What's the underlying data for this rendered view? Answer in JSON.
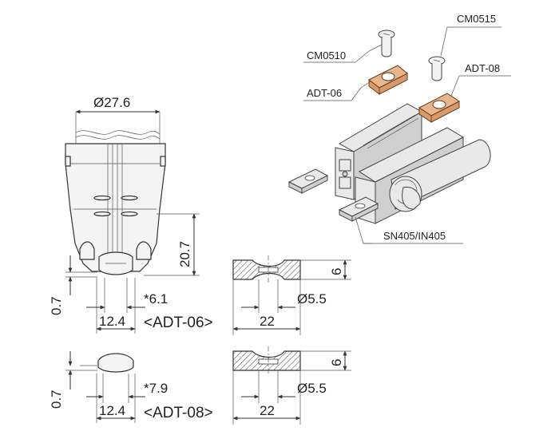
{
  "dimensions": {
    "diameter_top": "Ø27.6",
    "height_20_7": "20.7",
    "offset_0_7_a": "0.7",
    "width_6_1": "*6.1",
    "width_12_4_a": "12.4",
    "width_22_a": "22",
    "depth_6_a": "6",
    "hole_5_5_a": "Ø5.5",
    "offset_0_7_b": "0.7",
    "width_7_9": "*7.9",
    "width_12_4_b": "12.4",
    "width_22_b": "22",
    "depth_6_b": "6",
    "hole_5_5_b": "Ø5.5"
  },
  "titles": {
    "adt06": "<ADT-06>",
    "adt08": "<ADT-08>"
  },
  "callouts": {
    "cm0510": "CM0510",
    "cm0515": "CM0515",
    "adt06": "ADT-06",
    "adt08": "ADT-08",
    "sn405": "SN405/IN405"
  },
  "colors": {
    "copper": "#d79a6b",
    "aluminum": "#e9e9e9"
  }
}
